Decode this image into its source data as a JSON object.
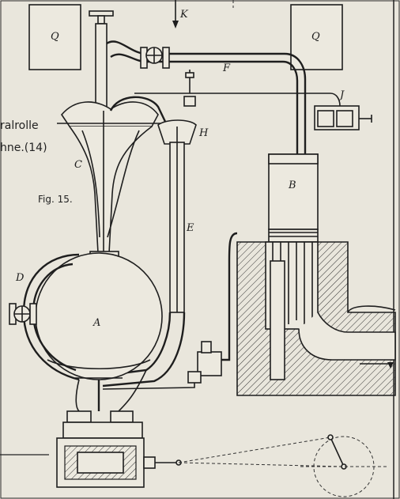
{
  "labels": {
    "Q_left": "Q",
    "Q_right": "Q",
    "K": "K",
    "F": "F",
    "J": "J",
    "H": "H",
    "C": "C",
    "B": "B",
    "E": "E",
    "D": "D",
    "A": "A"
  },
  "side_text": {
    "line1": "ralrolle",
    "line2": "hne.(14)"
  },
  "figure_caption": "Fig. 15."
}
